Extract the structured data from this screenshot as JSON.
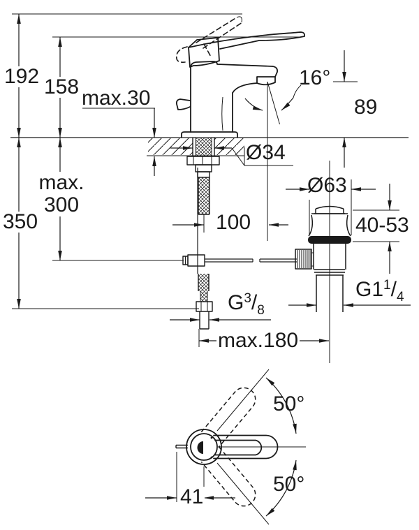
{
  "colors": {
    "line": "#1a1a1a",
    "background": "#ffffff"
  },
  "labels": {
    "height_overall": {
      "text": "192"
    },
    "height_to_lever": {
      "text": "158"
    },
    "deck_thickness": {
      "text": "max.30"
    },
    "spray_angle": {
      "text": "16°"
    },
    "spout_height": {
      "text": "89"
    },
    "hole_diameter": {
      "text": "Ø34"
    },
    "hose_length": {
      "line1": "max.",
      "line2": "300"
    },
    "total_depth": {
      "text": "350"
    },
    "spout_reach": {
      "text": "100"
    },
    "waste_flange_dia": {
      "text": "Ø63"
    },
    "basin_thickness": {
      "text": "40-53"
    },
    "supply_thread": {
      "base": "G",
      "sup": "3",
      "slash": "/",
      "sub": "8"
    },
    "waste_thread": {
      "base": "G1",
      "sup": "1",
      "slash": "/",
      "sub": "4"
    },
    "rod_reach": {
      "text": "max.180"
    },
    "swivel_angle_top": {
      "text": "50°"
    },
    "swivel_angle_bottom": {
      "text": "50°"
    },
    "lever_offset": {
      "text": "41"
    }
  }
}
